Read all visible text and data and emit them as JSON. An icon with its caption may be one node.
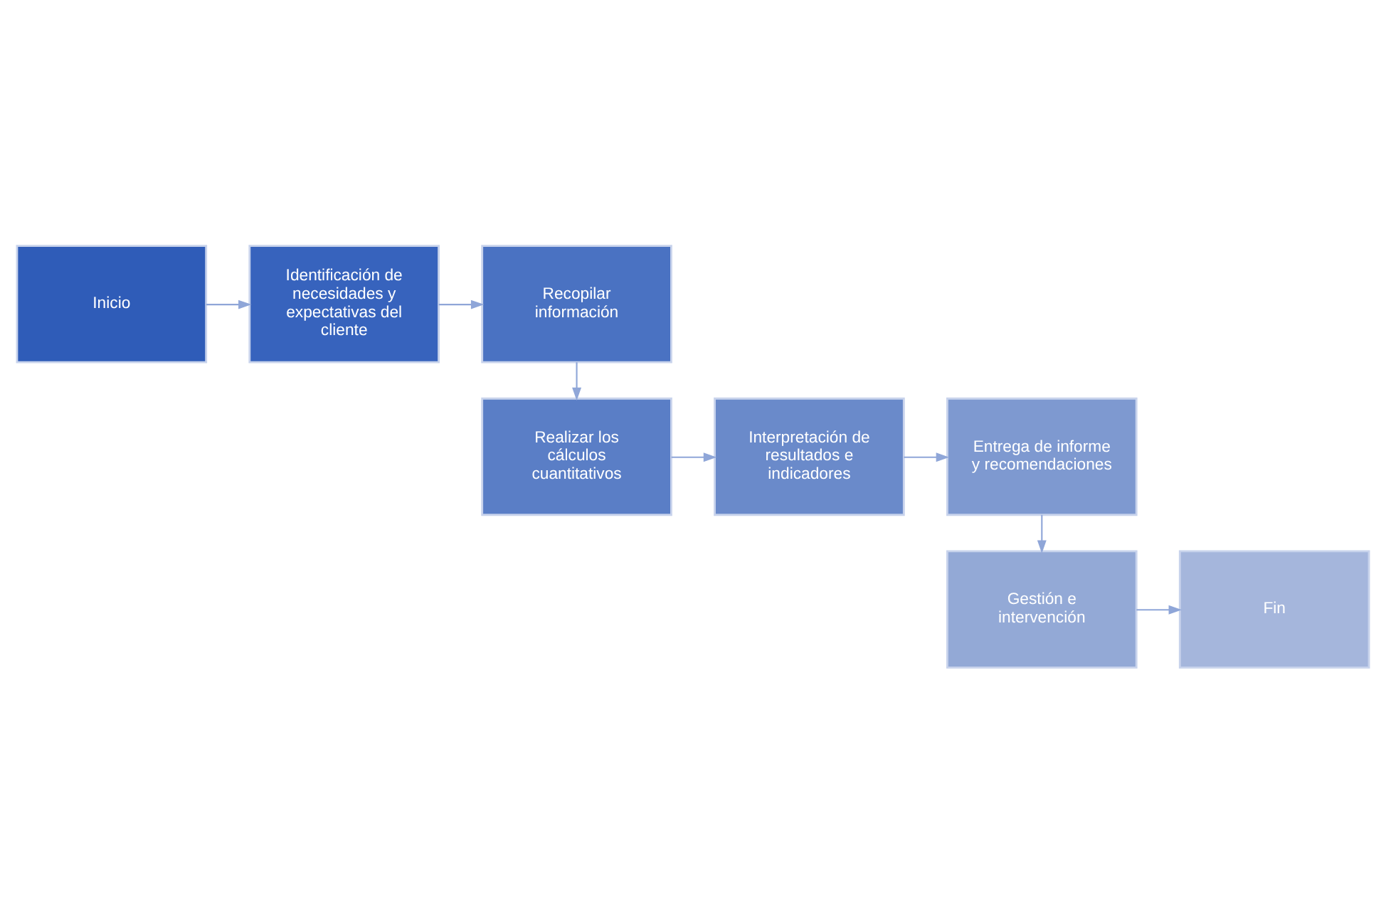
{
  "diagram": {
    "nodes": [
      {
        "text": [
          "Inicio"
        ]
      },
      {
        "text": [
          "Identificación de necesidades y expectativas del cliente"
        ]
      },
      {
        "text": [
          "Recopilar información"
        ]
      },
      {
        "text": [
          "Realizar los cálculos cuantitativos"
        ]
      },
      {
        "text": [
          "Interpretación de resultados e indicadores"
        ]
      },
      {
        "text": [
          "Entrega de informe y recomendaciones"
        ]
      },
      {
        "text": [
          "Gestión e intervención"
        ]
      },
      {
        "text": [
          "Fin"
        ]
      }
    ],
    "edges": [
      {
        "from": 0,
        "to": 1,
        "arrow": "to"
      },
      {
        "from": 1,
        "to": 2,
        "arrow": "to"
      },
      {
        "from": 2,
        "to": 3,
        "arrow": "to"
      },
      {
        "from": 3,
        "to": 4,
        "arrow": "to"
      },
      {
        "from": 4,
        "to": 5,
        "arrow": "to"
      },
      {
        "from": 5,
        "to": 6,
        "arrow": "to"
      },
      {
        "from": 6,
        "to": 7,
        "arrow": "to"
      }
    ]
  }
}
